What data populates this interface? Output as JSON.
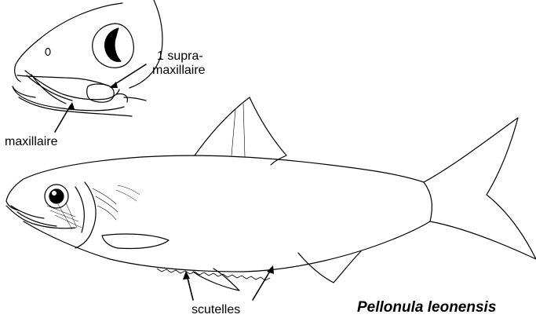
{
  "labels": {
    "supramaxillaire_line1": "1 supra-",
    "supramaxillaire_line2": "maxillaire",
    "maxillaire": "maxillaire",
    "scutelles": "scutelles"
  },
  "species_name": "Pellonula leonensis",
  "colors": {
    "ink": "#000000",
    "background": "#ffffff"
  }
}
